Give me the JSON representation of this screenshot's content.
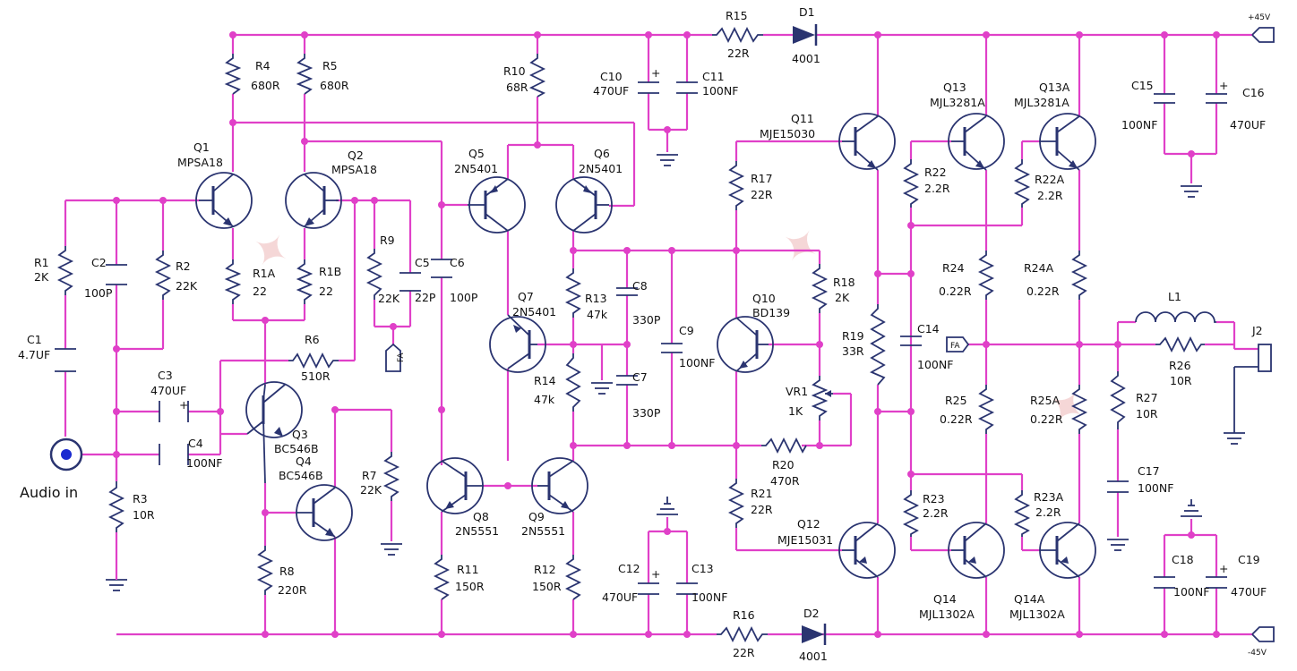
{
  "labels": {
    "r1_ref": "R1",
    "r1_val": "2K",
    "r2_ref": "R2",
    "r2_val": "22K",
    "r3_ref": "R3",
    "r3_val": "10R",
    "r4_ref": "R4",
    "r4_val": "680R",
    "r5_ref": "R5",
    "r5_val": "680R",
    "r1a_ref": "R1A",
    "r1a_val": "22",
    "r1b_ref": "R1B",
    "r1b_val": "22",
    "r6_ref": "R6",
    "r6_val": "510R",
    "r7_ref": "R7",
    "r7_val": "22K",
    "r8_ref": "R8",
    "r8_val": "220R",
    "r9_ref": "R9",
    "r9_val": "22K",
    "r10_ref": "R10",
    "r10_val": "68R",
    "r11_ref": "R11",
    "r11_val": "150R",
    "r12_ref": "R12",
    "r12_val": "150R",
    "r13_ref": "R13",
    "r13_val": "47k",
    "r14_ref": "R14",
    "r14_val": "47k",
    "r15_ref": "R15",
    "r15_val": "22R",
    "r16_ref": "R16",
    "r16_val": "22R",
    "r17_ref": "R17",
    "r17_val": "22R",
    "r18_ref": "R18",
    "r18_val": "2K",
    "r19_ref": "R19",
    "r19_val": "33R",
    "r20_ref": "R20",
    "r20_val": "470R",
    "r21_ref": "R21",
    "r21_val": "22R",
    "r22_ref": "R22",
    "r22_val": "2.2R",
    "r22a_ref": "R22A",
    "r22a_val": "2.2R",
    "r23_ref": "R23",
    "r23_val": "2.2R",
    "r23a_ref": "R23A",
    "r23a_val": "2.2R",
    "r24_ref": "R24",
    "r24_val": "0.22R",
    "r24a_ref": "R24A",
    "r24a_val": "0.22R",
    "r25_ref": "R25",
    "r25_val": "0.22R",
    "r25a_ref": "R25A",
    "r25a_val": "0.22R",
    "r26_ref": "R26",
    "r26_val": "10R",
    "r27_ref": "R27",
    "r27_val": "10R",
    "vr1_ref": "VR1",
    "vr1_val": "1K",
    "c1_ref": "C1",
    "c1_val": "4.7UF",
    "c2_ref": "C2",
    "c2_val": "100P",
    "c3_ref": "C3",
    "c3_val": "470UF",
    "c4_ref": "C4",
    "c4_val": "100NF",
    "c5_ref": "C5",
    "c5_val": "22P",
    "c6_ref": "C6",
    "c6_val": "100P",
    "c7_ref": "C7",
    "c7_val": "330P",
    "c8_ref": "C8",
    "c8_val": "330P",
    "c9_ref": "C9",
    "c9_val": "100NF",
    "c10_ref": "C10",
    "c10_val": "470UF",
    "c11_ref": "C11",
    "c11_val": "100NF",
    "c12_ref": "C12",
    "c12_val": "470UF",
    "c13_ref": "C13",
    "c13_val": "100NF",
    "c14_ref": "C14",
    "c14_val": "100NF",
    "c15_ref": "C15",
    "c15_val": "100NF",
    "c16_ref": "C16",
    "c16_val": "470UF",
    "c17_ref": "C17",
    "c17_val": "100NF",
    "c18_ref": "C18",
    "c18_val": "100NF",
    "c19_ref": "C19",
    "c19_val": "470UF",
    "q1_ref": "Q1",
    "q1_part": "MPSA18",
    "q2_ref": "Q2",
    "q2_part": "MPSA18",
    "q3_ref": "Q3",
    "q3_part": "BC546B",
    "q4_ref": "Q4",
    "q4_part": "BC546B",
    "q5_ref": "Q5",
    "q5_part": "2N5401",
    "q6_ref": "Q6",
    "q6_part": "2N5401",
    "q7_ref": "Q7",
    "q7_part": "2N5401",
    "q8_ref": "Q8",
    "q8_part": "2N5551",
    "q9_ref": "Q9",
    "q9_part": "2N5551",
    "q10_ref": "Q10",
    "q10_part": "BD139",
    "q11_ref": "Q11",
    "q11_part": "MJE15030",
    "q12_ref": "Q12",
    "q12_part": "MJE15031",
    "q13_ref": "Q13",
    "q13_part": "MJL3281A",
    "q13a_ref": "Q13A",
    "q13a_part": "MJL3281A",
    "q14_ref": "Q14",
    "q14_part": "MJL1302A",
    "q14a_ref": "Q14A",
    "q14a_part": "MJL1302A",
    "d1_ref": "D1",
    "d1_part": "4001",
    "d2_ref": "D2",
    "d2_part": "4001",
    "l1_ref": "L1",
    "j2_ref": "J2",
    "vplus": "+45V",
    "vminus": "-45V",
    "audio_in": "Audio in",
    "fa_tag_left": "FA",
    "fa_tag_right": "FA"
  },
  "colors": {
    "wire": "#e040c8",
    "component": "#2a3470",
    "watermark": "#dc6e6e"
  }
}
